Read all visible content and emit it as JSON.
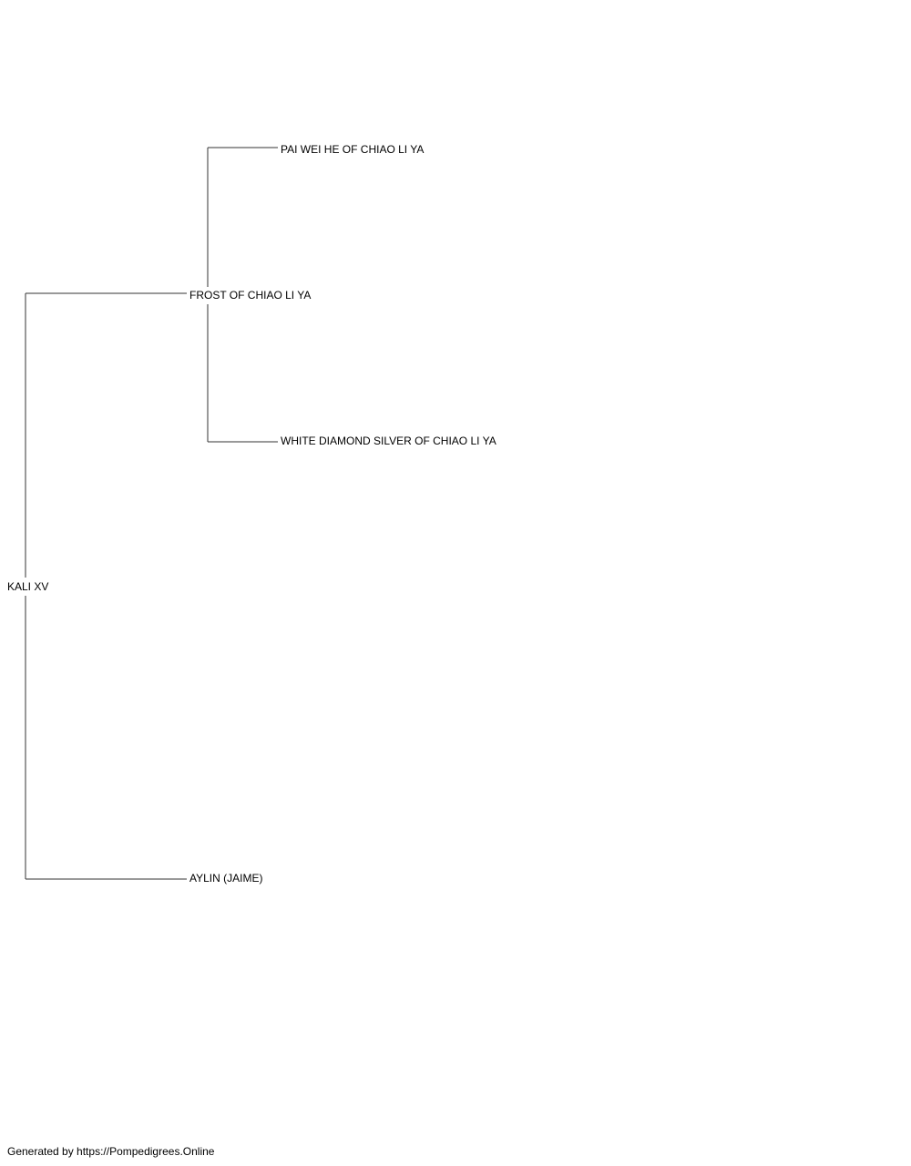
{
  "pedigree": {
    "subject": {
      "name": "KALI XV"
    },
    "sire": {
      "name": "FROST OF CHIAO LI YA",
      "sire": {
        "name": "PAI WEI HE OF CHIAO LI YA"
      },
      "dam": {
        "name": "WHITE DIAMOND SILVER OF CHIAO LI YA"
      }
    },
    "dam": {
      "name": "AYLIN (JAIME)"
    }
  },
  "footer": {
    "text": "Generated by https://Pompedigrees.Online"
  },
  "colors": {
    "line": "#333333",
    "text": "#000000",
    "background": "#ffffff"
  }
}
